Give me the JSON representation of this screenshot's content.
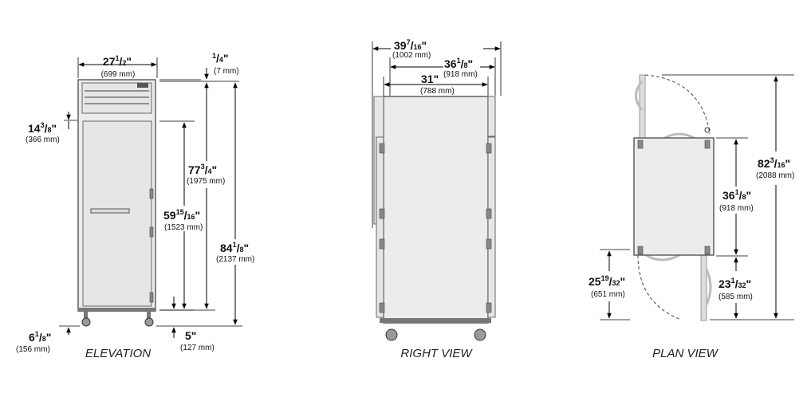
{
  "views": {
    "elevation": {
      "caption": "ELEVATION",
      "width": {
        "whole": "27",
        "num": "1",
        "den": "2",
        "unit": "\"",
        "mm": "(699 mm)"
      },
      "top_gap": {
        "whole": "",
        "num": "1",
        "den": "4",
        "unit": "\"",
        "mm": "(7 mm)"
      },
      "louver": {
        "whole": "14",
        "num": "3",
        "den": "8",
        "unit": "\"",
        "mm": "(366 mm)"
      },
      "cabinet_height": {
        "whole": "77",
        "num": "3",
        "den": "4",
        "unit": "\"",
        "mm": "(1975 mm)"
      },
      "door_height": {
        "whole": "59",
        "num": "15",
        "den": "16",
        "unit": "\"",
        "mm": "(1523 mm)"
      },
      "overall_height": {
        "whole": "84",
        "num": "1",
        "den": "8",
        "unit": "\"",
        "mm": "(2137 mm)"
      },
      "caster_left": {
        "whole": "6",
        "num": "1",
        "den": "8",
        "unit": "\"",
        "mm": "(156 mm)"
      },
      "caster_right": {
        "whole": "5",
        "num": "",
        "den": "",
        "unit": "\"",
        "mm": "(127 mm)"
      }
    },
    "right": {
      "caption": "RIGHT VIEW",
      "overall_depth": {
        "whole": "39",
        "num": "7",
        "den": "16",
        "unit": "\"",
        "mm": "(1002 mm)"
      },
      "depth_with_handle": {
        "whole": "36",
        "num": "1",
        "den": "8",
        "unit": "\"",
        "mm": "(918 mm)"
      },
      "cabinet_depth": {
        "whole": "31",
        "num": "",
        "den": "",
        "unit": "\"",
        "mm": "(788 mm)"
      }
    },
    "plan": {
      "caption": "PLAN VIEW",
      "depth": {
        "whole": "36",
        "num": "1",
        "den": "8",
        "unit": "\"",
        "mm": "(918 mm)"
      },
      "total_swing": {
        "whole": "82",
        "num": "3",
        "den": "16",
        "unit": "\"",
        "mm": "(2088 mm)"
      },
      "door_swing_left": {
        "whole": "25",
        "num": "19",
        "den": "32",
        "unit": "\"",
        "mm": "(651 mm)"
      },
      "door_swing_right": {
        "whole": "23",
        "num": "1",
        "den": "32",
        "unit": "\"",
        "mm": "(585 mm)"
      }
    }
  },
  "colors": {
    "line": "#000000",
    "cabinet_fill": "#ececec",
    "hinge": "#888888"
  }
}
